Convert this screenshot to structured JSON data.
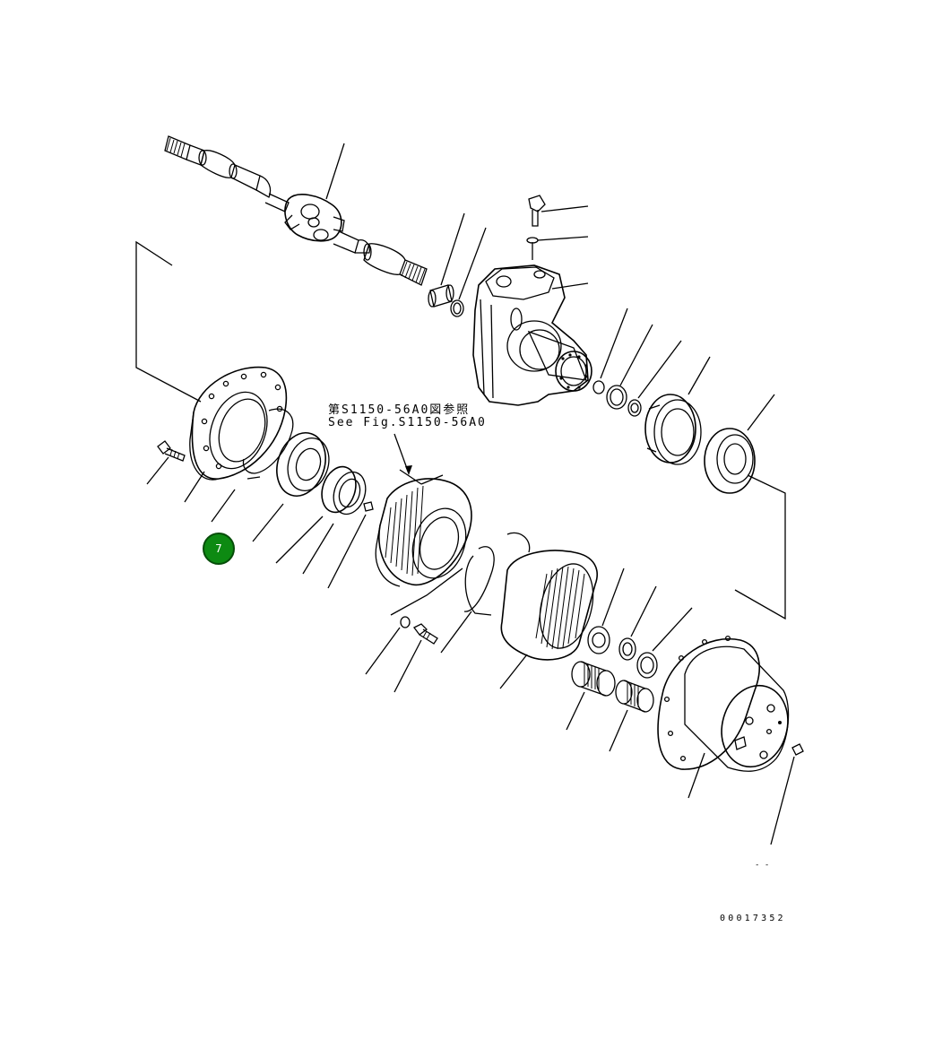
{
  "reference_note": {
    "japanese": "第S1150-56A0図参照",
    "english": "See Fig.S1150-56A0"
  },
  "drawing_number": "00017352",
  "corner_mark": "- -",
  "callout": {
    "number": "7",
    "color": "#0d8a12"
  }
}
